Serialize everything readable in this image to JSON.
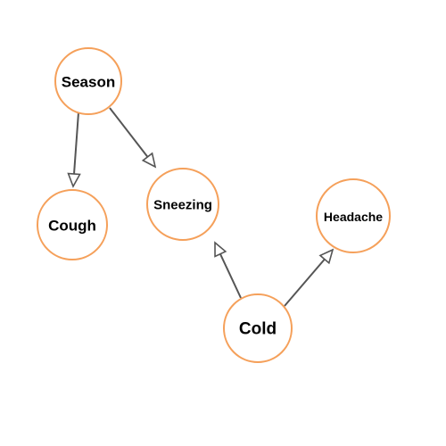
{
  "colors": {
    "node_stroke": "#f5a05a",
    "edge": "#555555",
    "label": "#000000",
    "background": "#ffffff"
  },
  "nodes": [
    {
      "id": "season",
      "label": "Season"
    },
    {
      "id": "cough",
      "label": "Cough"
    },
    {
      "id": "sneezing",
      "label": "Sneezing"
    },
    {
      "id": "headache",
      "label": "Headache"
    },
    {
      "id": "cold",
      "label": "Cold"
    }
  ],
  "edges": [
    {
      "from": "season",
      "to": "cough",
      "arrow": "hollow-triangle"
    },
    {
      "from": "season",
      "to": "sneezing",
      "arrow": "hollow-triangle"
    },
    {
      "from": "cold",
      "to": "sneezing",
      "arrow": "hollow-triangle"
    },
    {
      "from": "cold",
      "to": "headache",
      "arrow": "hollow-triangle"
    }
  ]
}
